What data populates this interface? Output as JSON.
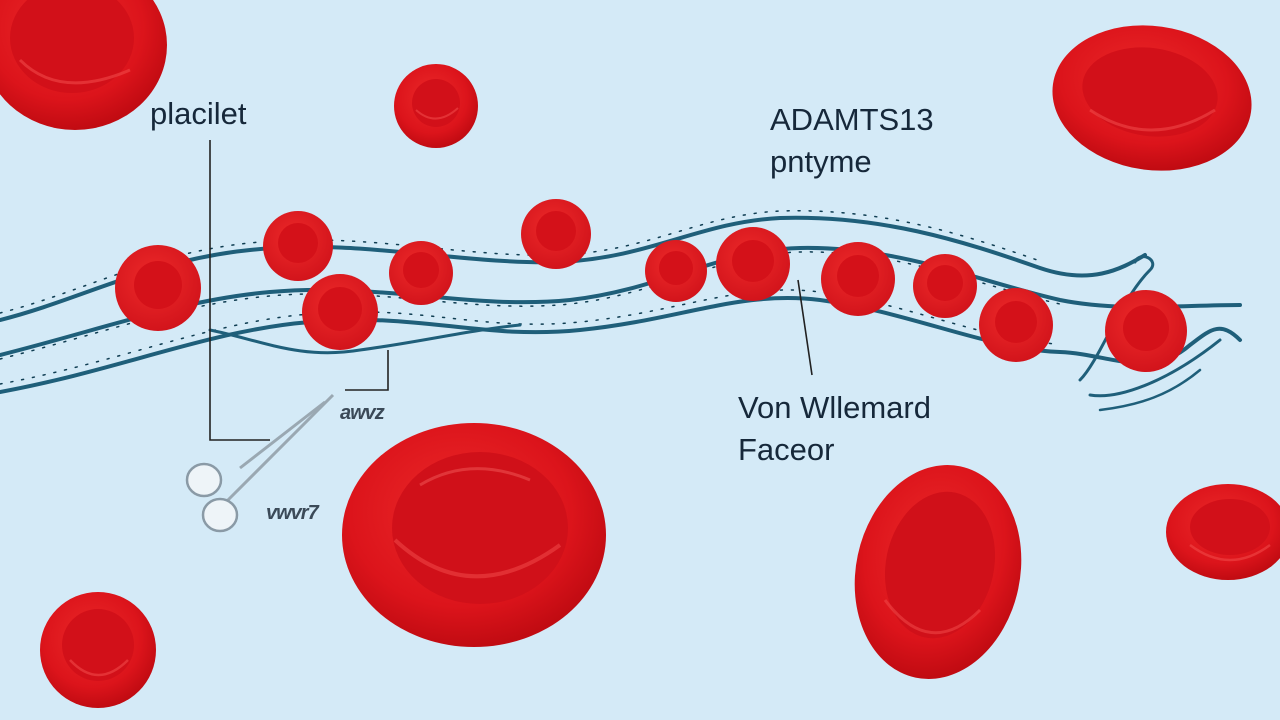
{
  "labels": {
    "platelet": "placilet",
    "enzyme_line1": "ADAMTS13",
    "enzyme_line2": "pntyme",
    "vwf_line1": "Von Wllemard",
    "vwf_line2": "Faceor",
    "cut_mark_upper": "awvz",
    "cut_mark_lower": "vwvr7"
  },
  "icons": {
    "scissors": "scissors-icon"
  },
  "colors": {
    "background": "#d4eaf7",
    "red_cell": "#e0161c",
    "red_cell_dark": "#c40d14",
    "strand": "#1f5f7a",
    "label_text": "#16283a",
    "leader_line": "#222222"
  }
}
